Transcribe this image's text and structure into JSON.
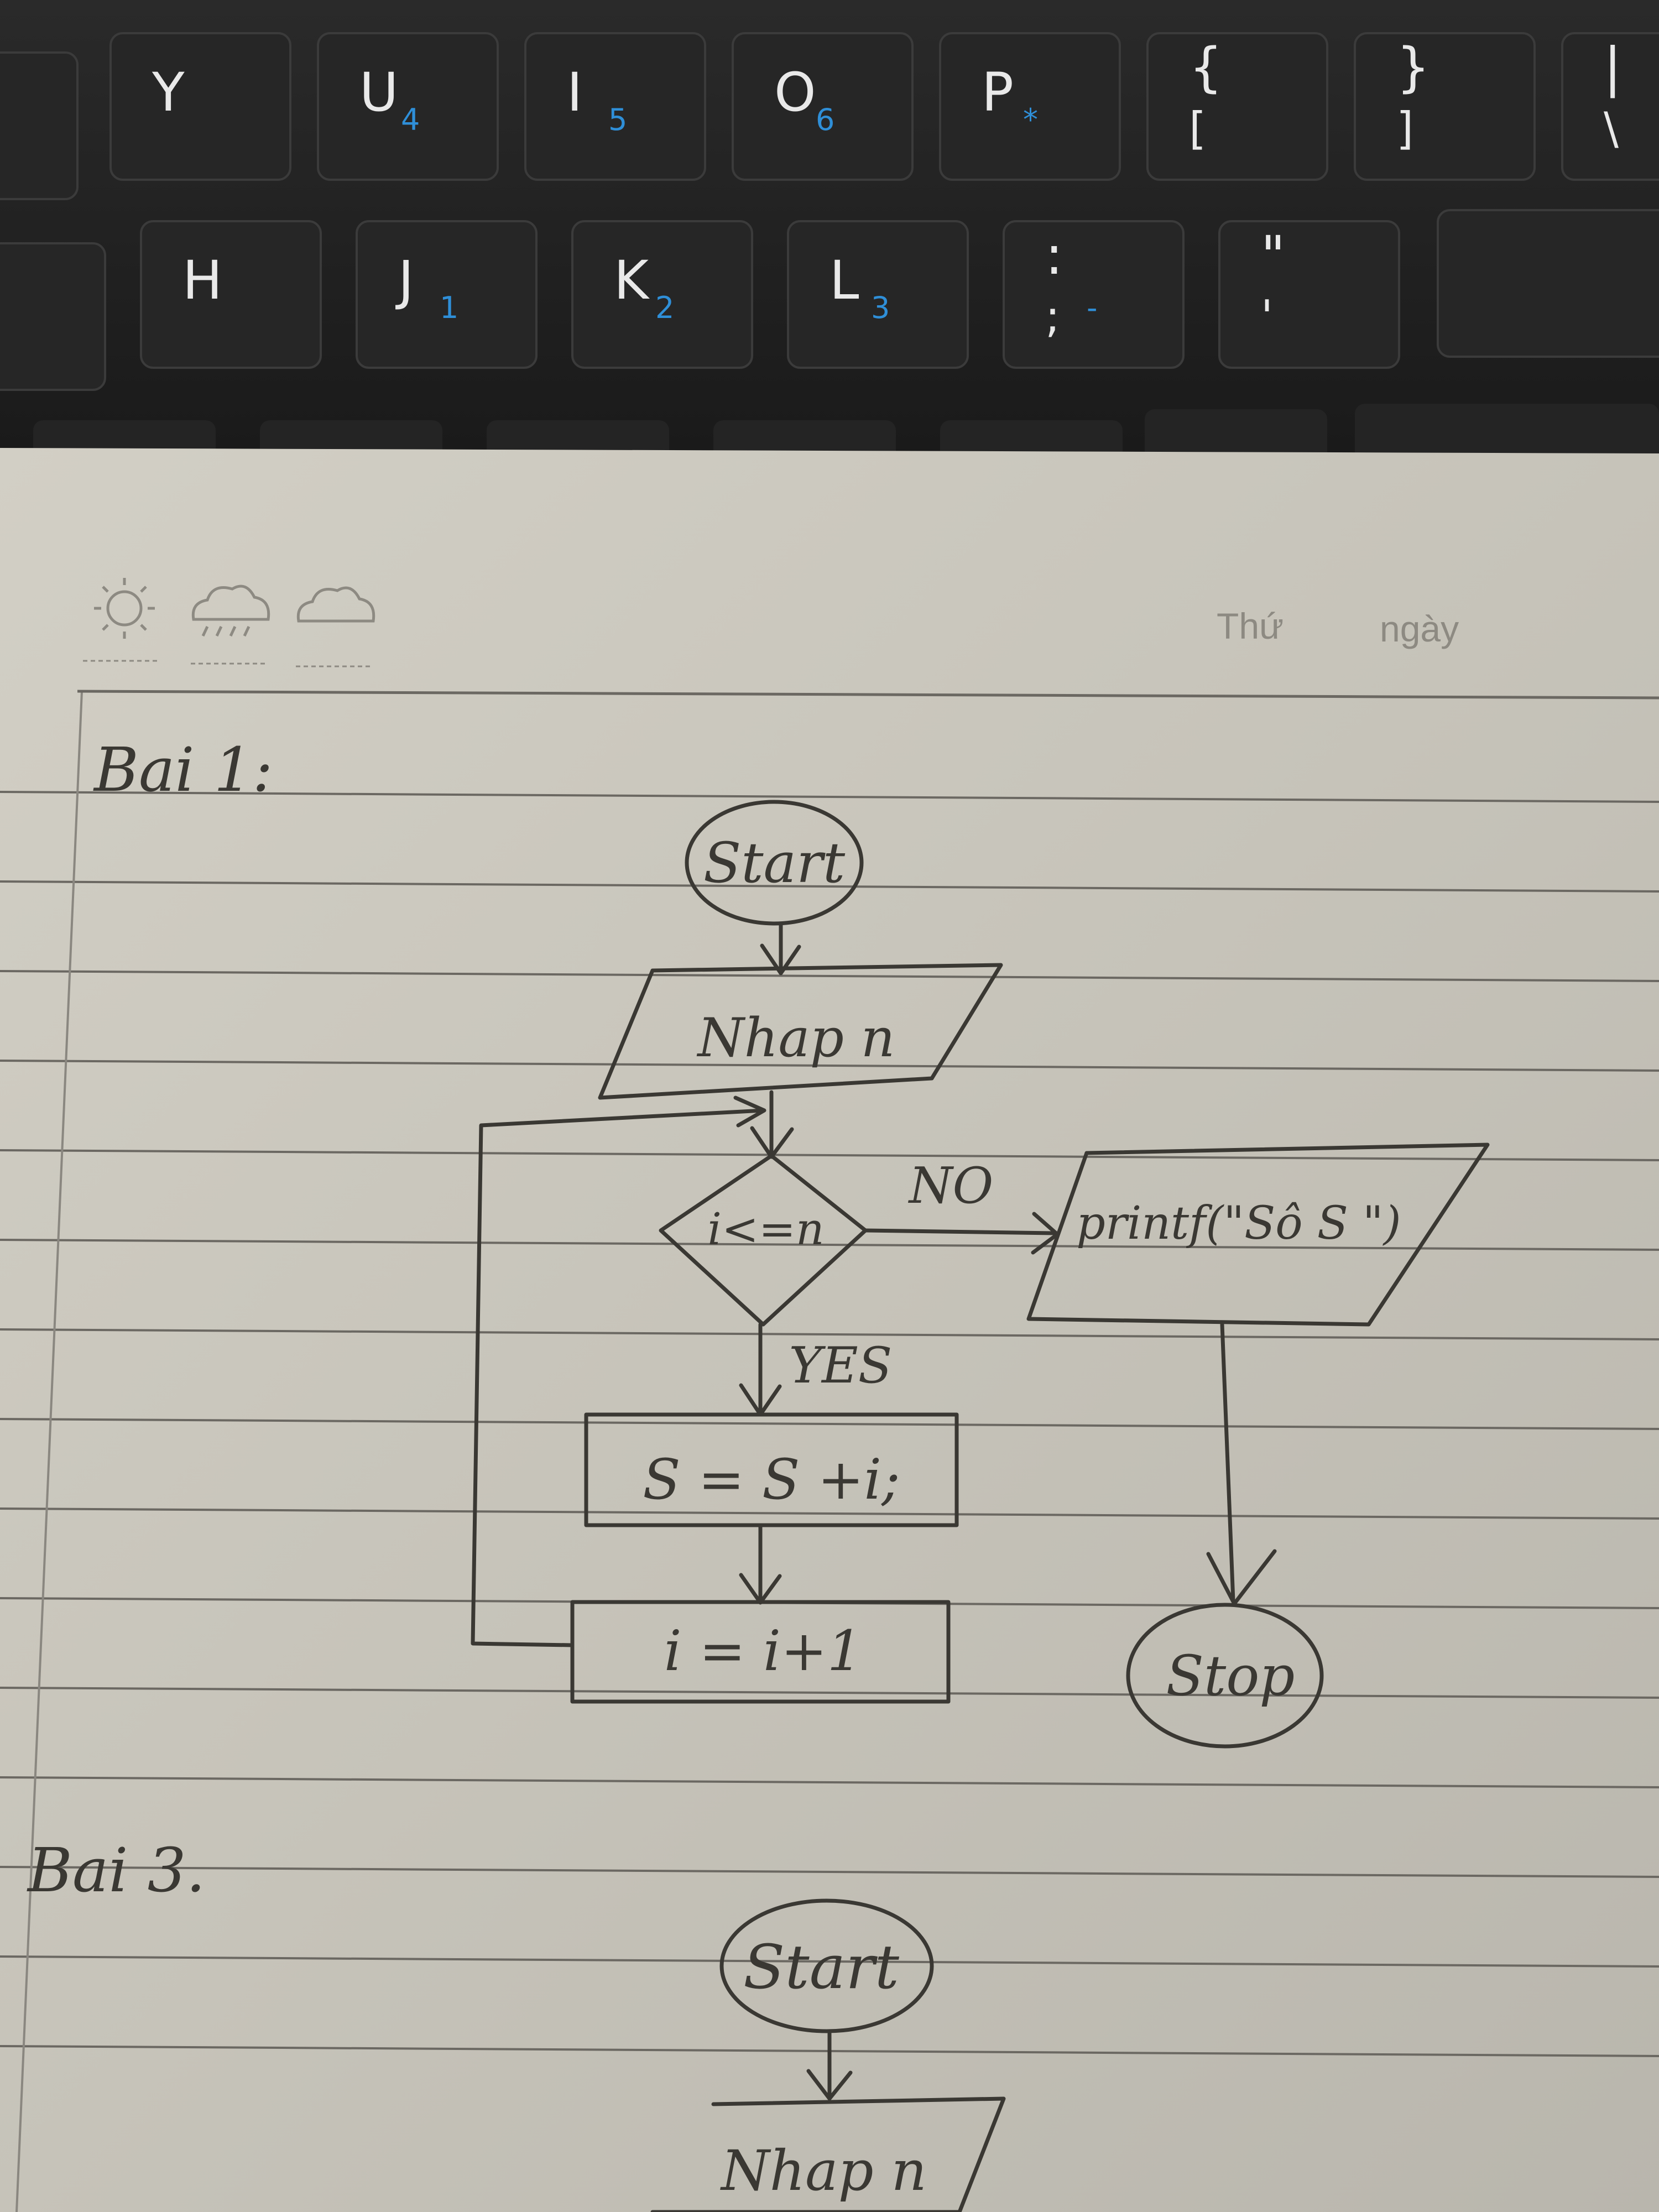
{
  "keyboard": {
    "row1": [
      {
        "main": "Y",
        "sub": ""
      },
      {
        "main": "U",
        "sub": "4"
      },
      {
        "main": "I",
        "sub": "5"
      },
      {
        "main": "O",
        "sub": "6"
      },
      {
        "main": "P",
        "sub": "*"
      },
      {
        "main": "{",
        "main2": "[",
        "sub": ""
      },
      {
        "main": "}",
        "main2": "]",
        "sub": ""
      },
      {
        "main": "|",
        "main2": "\\",
        "sub": ""
      }
    ],
    "row2": [
      {
        "main": "H",
        "sub": ""
      },
      {
        "main": "J",
        "sub": "1"
      },
      {
        "main": "K",
        "sub": "2"
      },
      {
        "main": "L",
        "sub": "3"
      },
      {
        "main": ":",
        "main2": ";",
        "sub": "-"
      },
      {
        "main": "\"",
        "main2": "'",
        "sub": ""
      }
    ]
  },
  "notebook_header": {
    "weekday_label": "Thứ",
    "date_label": "ngày",
    "weather_icons": [
      "sun-icon",
      "rain-cloud-icon",
      "cloud-icon"
    ]
  },
  "exercise1": {
    "heading": "Bai 1:",
    "start": "Start",
    "input": "Nhap n",
    "condition": "i<=n",
    "no_label": "NO",
    "yes_label": "YES",
    "output": "printf(\"Sô S \")",
    "step1": "S = S +i;",
    "step2": "i = i+1",
    "stop": "Stop"
  },
  "exercise2": {
    "heading": "Bai 3.",
    "start": "Start",
    "input": "Nhap n"
  },
  "colors": {
    "paper": "#c9c6bc",
    "ink": "#3a3833",
    "ruled_line": "#6b6862",
    "key_face": "#262626",
    "key_legend_blue": "#2f8fd8"
  }
}
